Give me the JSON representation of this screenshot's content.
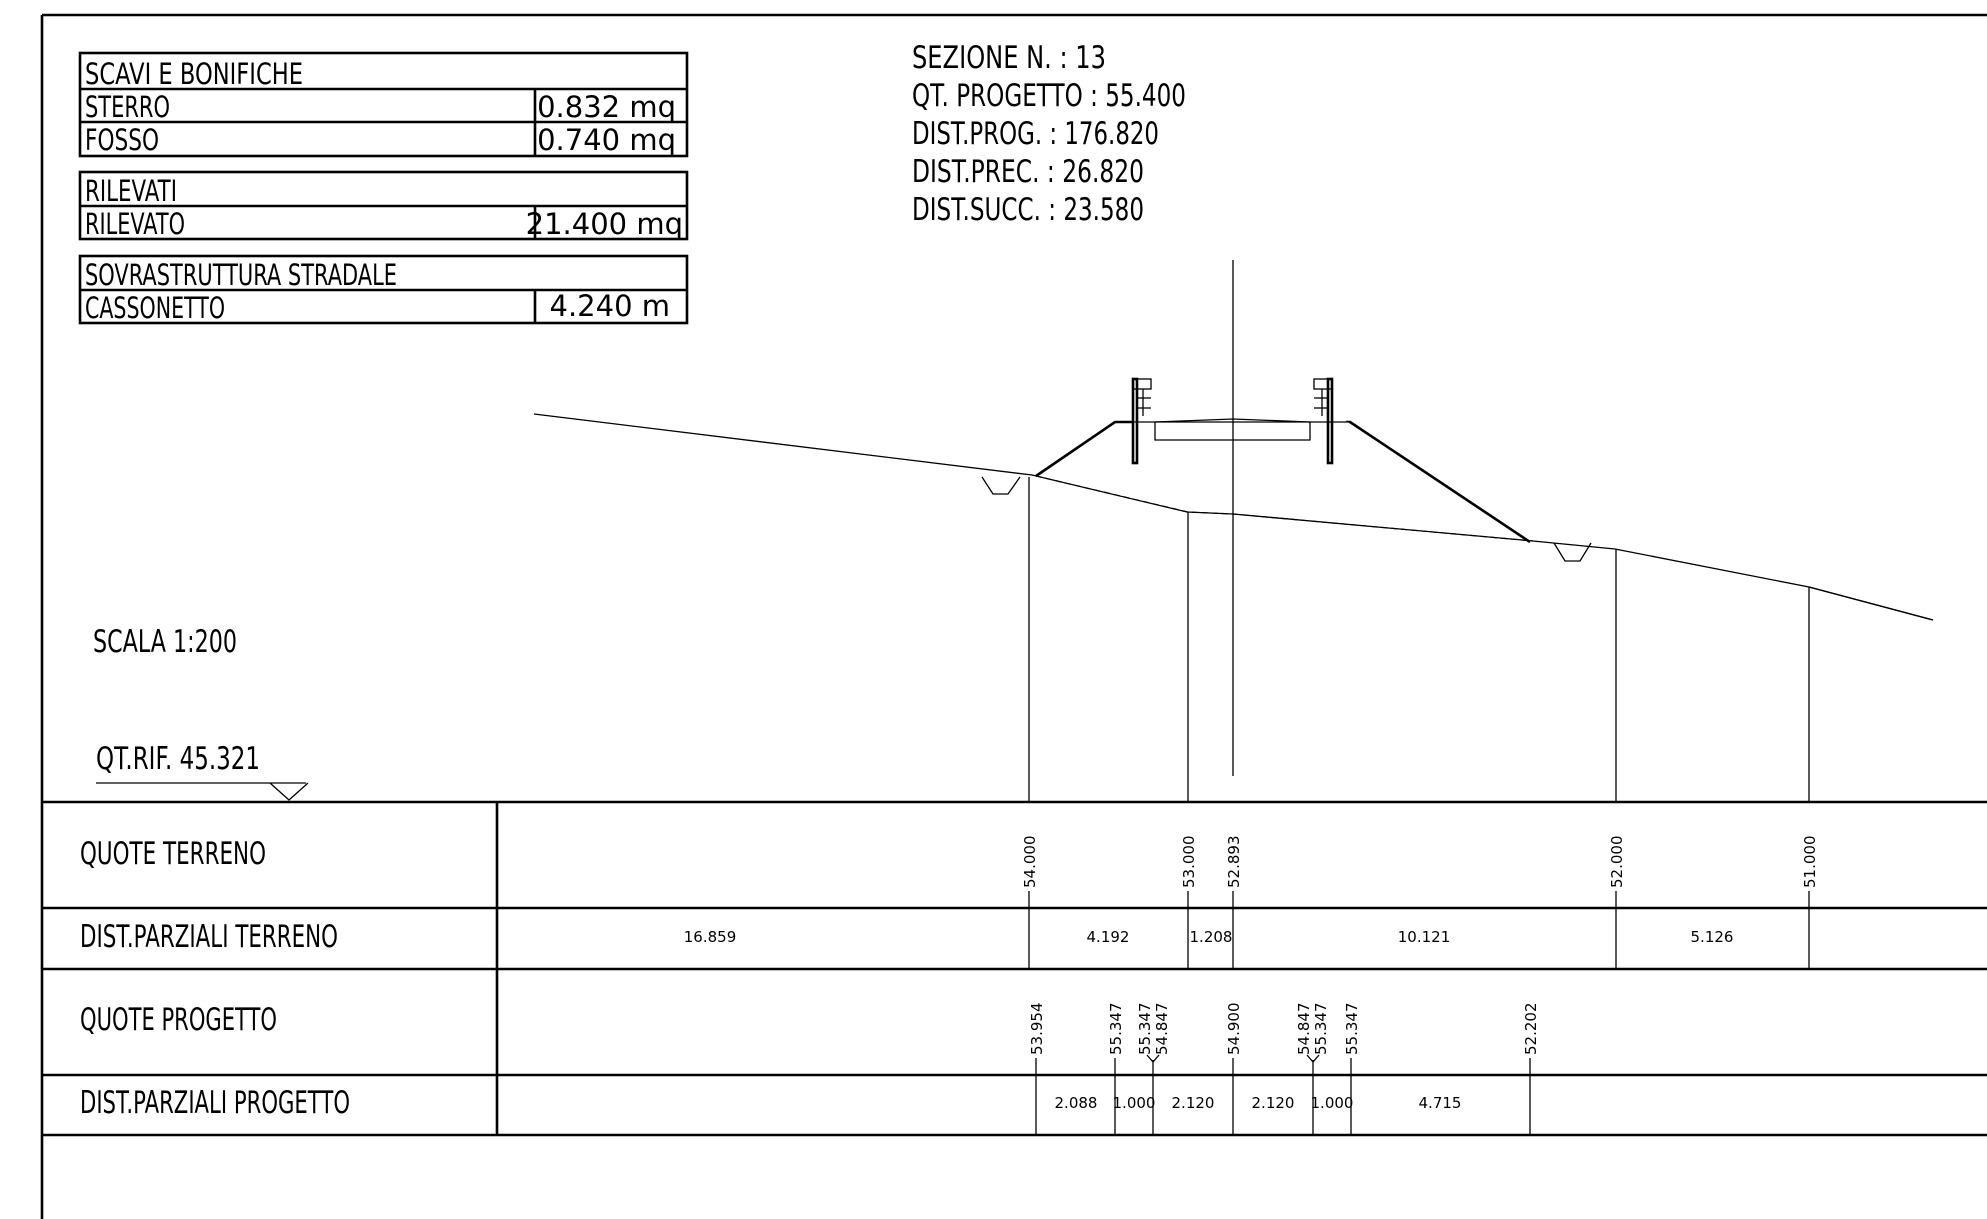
{
  "quantities": {
    "groups": [
      {
        "title": "SCAVI E BONIFICHE",
        "items": [
          {
            "label": "STERRO",
            "value": "0.832 mq"
          },
          {
            "label": "FOSSO",
            "value": "0.740 mq"
          }
        ]
      },
      {
        "title": "RILEVATI",
        "items": [
          {
            "label": "RILEVATO",
            "value": "21.400 mq"
          }
        ]
      },
      {
        "title": "SOVRASTRUTTURA STRADALE",
        "items": [
          {
            "label": "CASSONETTO",
            "value": "4.240 m"
          }
        ]
      }
    ]
  },
  "section_info": [
    "SEZIONE N. : 13",
    "QT. PROGETTO : 55.400",
    "DIST.PROG. : 176.820",
    "DIST.PREC. : 26.820",
    "DIST.SUCC. : 23.580"
  ],
  "scale": "SCALA 1:200",
  "reference": "QT.RIF. 45.321",
  "rows": {
    "quote_terreno": {
      "label": "QUOTE TERRENO",
      "values": [
        "54.000",
        "53.000",
        "52.893",
        "52.000",
        "51.000"
      ]
    },
    "dist_terreno": {
      "label": "DIST.PARZIALI TERRENO",
      "values": [
        "16.859",
        "4.192",
        "1.208",
        "10.121",
        "5.126"
      ]
    },
    "quote_progetto": {
      "label": "QUOTE PROGETTO",
      "values": [
        "53.954",
        "55.347",
        "55.347",
        "54.847",
        "54.900",
        "54.847",
        "55.347",
        "55.347",
        "52.202"
      ]
    },
    "dist_progetto": {
      "label": "DIST.PARZIALI PROGETTO",
      "values": [
        "2.088",
        "1.000",
        "2.120",
        "2.120",
        "1.000",
        "4.715"
      ]
    }
  }
}
